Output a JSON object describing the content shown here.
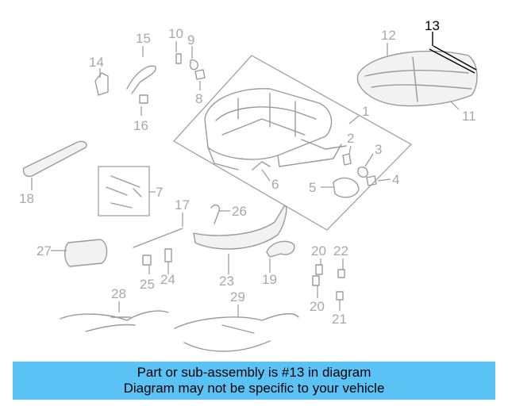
{
  "callouts": {
    "c1": "1",
    "c2": "2",
    "c3": "3",
    "c4": "4",
    "c5": "5",
    "c6": "6",
    "c7": "7",
    "c8": "8",
    "c9": "9",
    "c10": "10",
    "c11": "11",
    "c12": "12",
    "c13": "13",
    "c14": "14",
    "c15": "15",
    "c16": "16",
    "c17": "17",
    "c18": "18",
    "c19": "19",
    "c20a": "20",
    "c20b": "20",
    "c21": "21",
    "c22": "22",
    "c23": "23",
    "c24": "24",
    "c25": "25",
    "c26": "26",
    "c27": "27",
    "c28": "28",
    "c29": "29"
  },
  "banner": {
    "line1": "Part or sub-assembly is #13 in diagram",
    "line2": "Diagram may not be specific to your vehicle"
  },
  "colors": {
    "banner_bg": "#5bc2f5",
    "highlight": "#000000",
    "callout_gray": "#a8a8a8"
  }
}
